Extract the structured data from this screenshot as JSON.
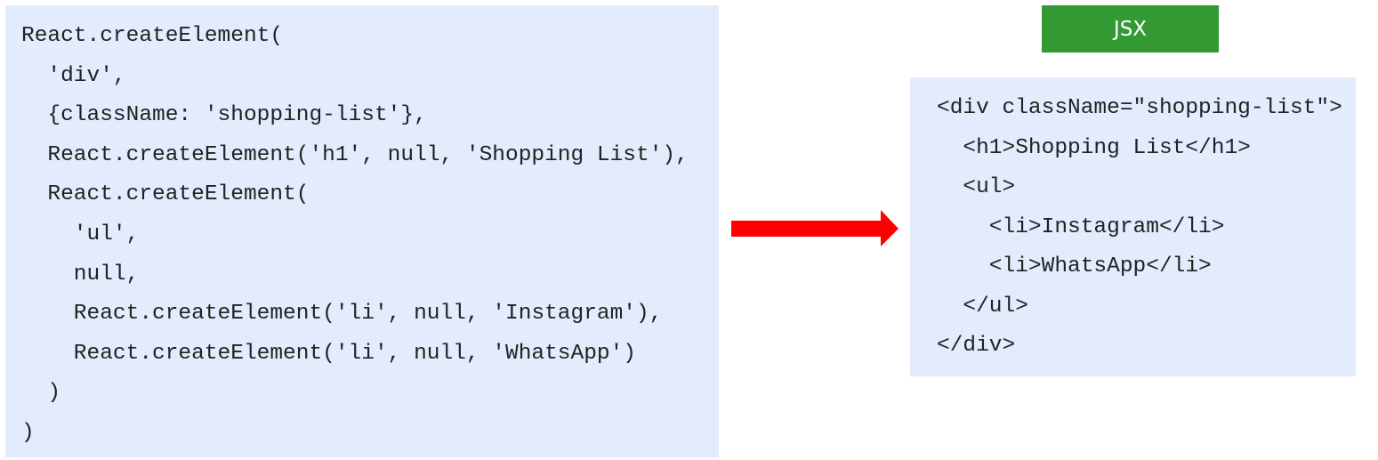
{
  "left_code": {
    "lines": [
      "React.createElement(",
      "  'div',",
      "  {className: 'shopping-list'},",
      "  React.createElement('h1', null, 'Shopping List'),",
      "  React.createElement(",
      "    'ul',",
      "    null,",
      "    React.createElement('li', null, 'Instagram'),",
      "    React.createElement('li', null, 'WhatsApp')",
      "  )",
      ")"
    ]
  },
  "badge": {
    "label": "JSX",
    "color": "#339933"
  },
  "arrow": {
    "color": "#ff0000"
  },
  "right_code": {
    "lines": [
      "<div className=\"shopping-list\">",
      "  <h1>Shopping List</h1>",
      "  <ul>",
      "    <li>Instagram</li>",
      "    <li>WhatsApp</li>",
      "  </ul>",
      "</div>"
    ]
  }
}
